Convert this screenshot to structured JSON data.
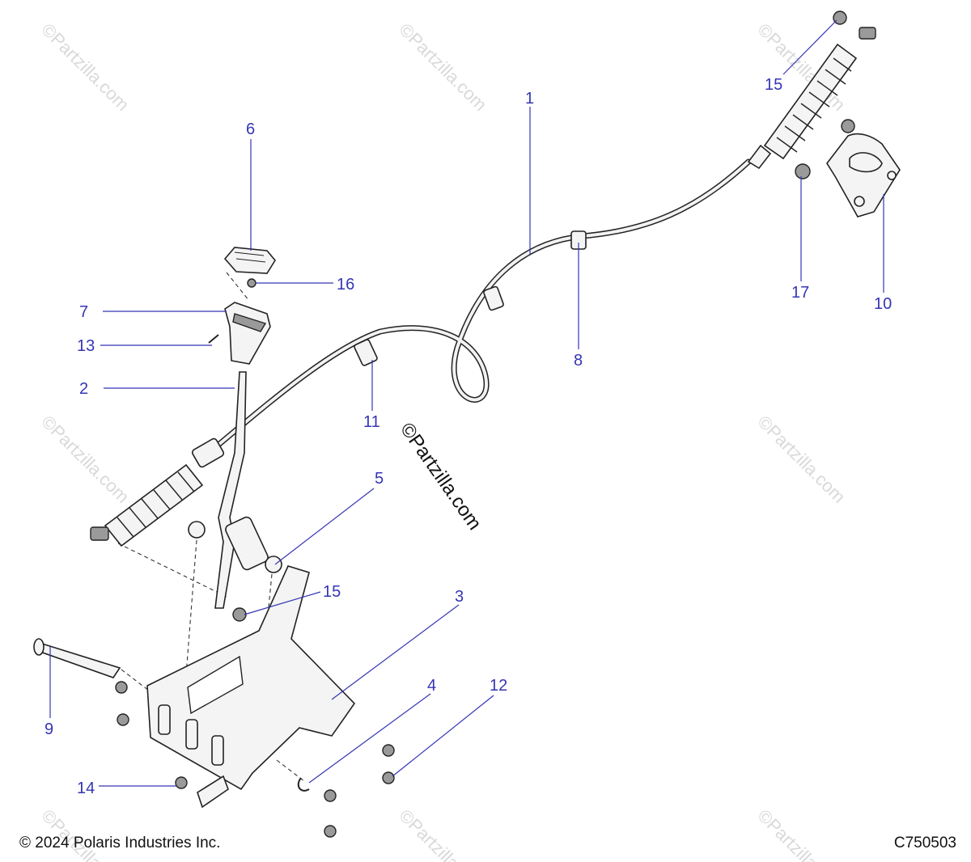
{
  "diagram": {
    "watermark": "©Partzilla.com",
    "copyright": "© 2024 Polaris Industries Inc.",
    "diagram_code": "C750503",
    "colors": {
      "callout": "#3535b5",
      "outline": "#222222"
    },
    "callouts": [
      {
        "id": "c1",
        "label": "1"
      },
      {
        "id": "c2",
        "label": "2"
      },
      {
        "id": "c3",
        "label": "3"
      },
      {
        "id": "c4",
        "label": "4"
      },
      {
        "id": "c5",
        "label": "5"
      },
      {
        "id": "c6",
        "label": "6"
      },
      {
        "id": "c7",
        "label": "7"
      },
      {
        "id": "c8",
        "label": "8"
      },
      {
        "id": "c9",
        "label": "9"
      },
      {
        "id": "c10",
        "label": "10"
      },
      {
        "id": "c11",
        "label": "11"
      },
      {
        "id": "c12",
        "label": "12"
      },
      {
        "id": "c13",
        "label": "13"
      },
      {
        "id": "c14",
        "label": "14"
      },
      {
        "id": "c15a",
        "label": "15"
      },
      {
        "id": "c15b",
        "label": "15"
      },
      {
        "id": "c16",
        "label": "16"
      },
      {
        "id": "c17",
        "label": "17"
      }
    ]
  }
}
